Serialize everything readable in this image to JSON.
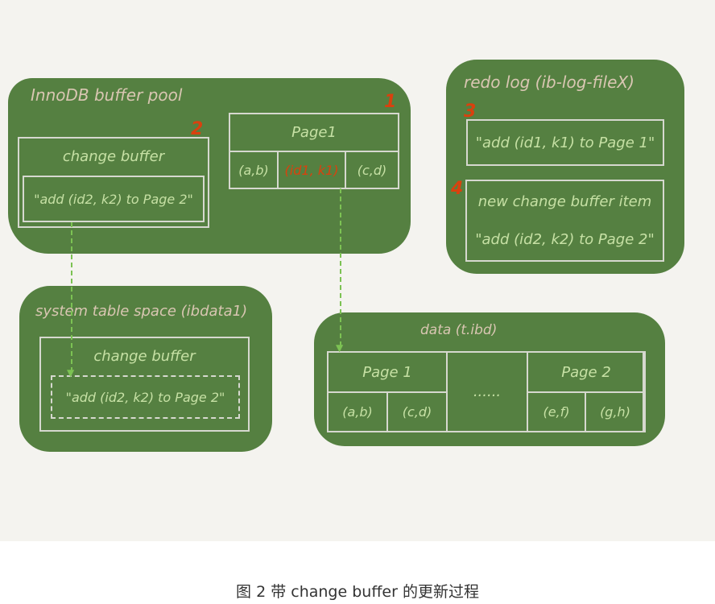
{
  "buffer_pool": {
    "title": "InnoDB buffer pool",
    "change_buffer": {
      "label": "change buffer",
      "entry": "\"add (id2, k2) to Page 2\"",
      "step": "2"
    },
    "page1": {
      "label": "Page1",
      "cells": [
        "(a,b)",
        "(id1, k1)",
        "(c,d)"
      ],
      "step": "1"
    }
  },
  "redo_log": {
    "title": "redo log (ib-log-fileX)",
    "entry1": "\"add (id1, k1) to Page 1\"",
    "step3": "3",
    "step4": "4",
    "entry2_line1": "new change buffer item",
    "entry2_line2": "\"add (id2, k2) to Page 2\""
  },
  "system_tablespace": {
    "title": "system table space (ibdata1)",
    "label": "change buffer",
    "entry": "\"add (id2, k2) to Page 2\""
  },
  "data_file": {
    "title": "data (t.ibd)",
    "page1": {
      "label": "Page 1",
      "cells": [
        "(a,b)",
        "(c,d)"
      ]
    },
    "ellipsis": "......",
    "page2": {
      "label": "Page 2",
      "cells": [
        "(e,f)",
        "(g,h)"
      ]
    }
  },
  "caption": "图 2 带 change buffer 的更新过程"
}
